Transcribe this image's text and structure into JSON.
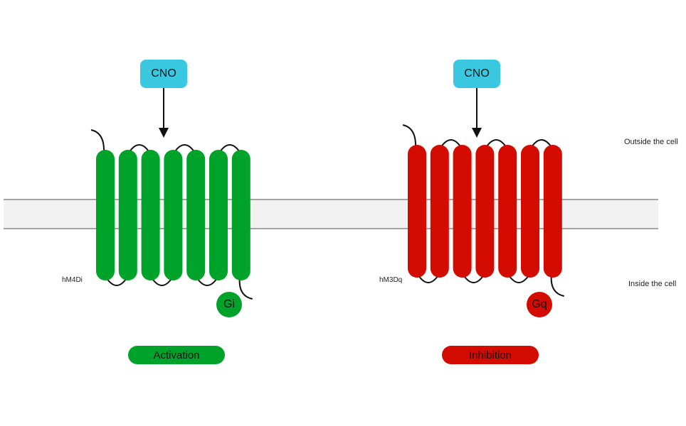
{
  "ligand_label": "CNO",
  "outside_label": "Outside the cell",
  "inside_label": "Inside the cell",
  "receptors": [
    {
      "name": "hM4Di",
      "g_protein": "Gi",
      "effect": "Activation",
      "color": "#00a32a"
    },
    {
      "name": "hM3Dq",
      "g_protein": "Gq",
      "effect": "Inhibition",
      "color": "#d40b00"
    }
  ],
  "colors": {
    "cno": "#3ac8e0",
    "membrane": "#f2f2f2",
    "membrane_line": "#888888"
  }
}
